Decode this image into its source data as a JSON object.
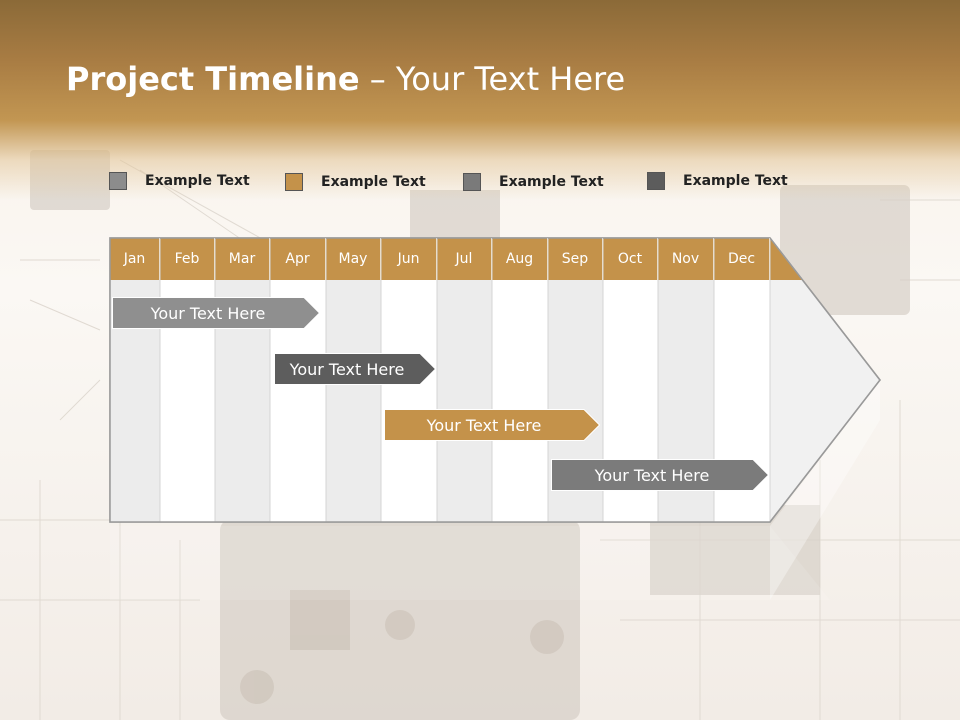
{
  "slide": {
    "title_bold": "Project Timeline",
    "title_rest": " – Your Text Here"
  },
  "legend": [
    {
      "label": "Example Text",
      "color": "#8c8c8c"
    },
    {
      "label": "Example Text",
      "color": "#c4924a"
    },
    {
      "label": "Example Text",
      "color": "#7a7a7a"
    },
    {
      "label": "Example Text",
      "color": "#5c5c5c"
    }
  ],
  "months": [
    "Jan",
    "Feb",
    "Mar",
    "Apr",
    "May",
    "Jun",
    "Jul",
    "Aug",
    "Sep",
    "Oct",
    "Nov",
    "Dec"
  ],
  "tasks": [
    {
      "label": "Your  Text Here",
      "start_month": "Jan",
      "end_month": "Apr",
      "color": "#8f8f8f"
    },
    {
      "label": "Your  Text Here",
      "start_month": "Apr",
      "end_month": "Jun",
      "color": "#5d5d5d"
    },
    {
      "label": "Your  Text Here",
      "start_month": "Jun",
      "end_month": "Sep",
      "color": "#c4924a"
    },
    {
      "label": "Your  Text Here",
      "start_month": "Sep",
      "end_month": "Dec",
      "color": "#7b7b7b"
    }
  ],
  "colors": {
    "header_fill": "#c4924a",
    "arrow_fill": "#f1f1f1",
    "alt_column": "#ececec"
  }
}
